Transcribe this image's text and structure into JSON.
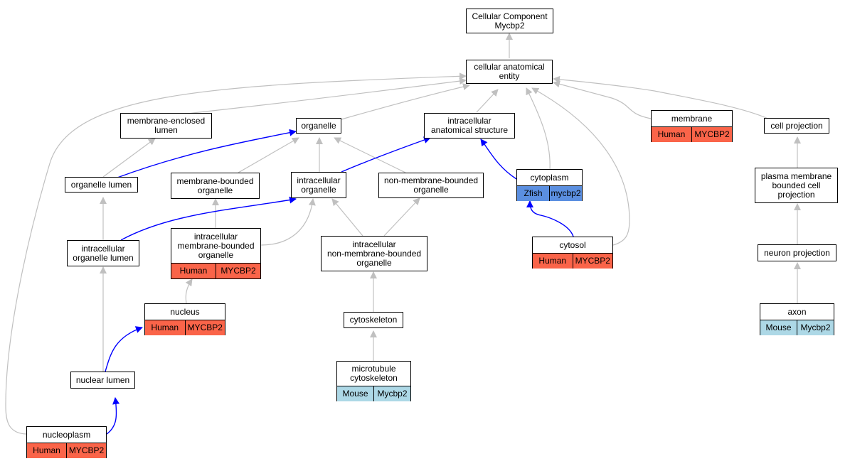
{
  "colors": {
    "edge_gray": "#c0c0c0",
    "edge_blue": "#0000ff",
    "human": "#fa6449",
    "zfish": "#5b8fe0",
    "mouse": "#add8e6"
  },
  "nodes": {
    "root": {
      "label": "Cellular Component\nMycbp2"
    },
    "cae": {
      "label": "cellular anatomical\nentity"
    },
    "mel": {
      "label": "membrane-enclosed\nlumen"
    },
    "organelle": {
      "label": "organelle"
    },
    "ias": {
      "label": "intracellular\nanatomical structure"
    },
    "membrane": {
      "label": "membrane",
      "species": "Human",
      "gene": "MYCBP2"
    },
    "cellproj": {
      "label": "cell projection"
    },
    "orglumen": {
      "label": "organelle lumen"
    },
    "mbo": {
      "label": "membrane-bounded\norganelle"
    },
    "io": {
      "label": "intracellular\norganelle"
    },
    "nmbo": {
      "label": "non-membrane-bounded\norganelle"
    },
    "cytoplasm": {
      "label": "cytoplasm",
      "species": "Zfish",
      "gene": "mycbp2"
    },
    "pmbcp": {
      "label": "plasma membrane\nbounded cell\nprojection"
    },
    "iol": {
      "label": "intracellular\norganelle lumen"
    },
    "imbo": {
      "label": "intracellular\nmembrane-bounded\norganelle",
      "species": "Human",
      "gene": "MYCBP2"
    },
    "inmbo": {
      "label": "intracellular\nnon-membrane-bounded\norganelle"
    },
    "cytosol": {
      "label": "cytosol",
      "species": "Human",
      "gene": "MYCBP2"
    },
    "neuronproj": {
      "label": "neuron projection"
    },
    "nucleus": {
      "label": "nucleus",
      "species": "Human",
      "gene": "MYCBP2"
    },
    "cytoskeleton": {
      "label": "cytoskeleton"
    },
    "axon": {
      "label": "axon",
      "species": "Mouse",
      "gene": "Mycbp2"
    },
    "nuclumen": {
      "label": "nuclear lumen"
    },
    "mtcyto": {
      "label": "microtubule\ncytoskeleton",
      "species": "Mouse",
      "gene": "Mycbp2"
    },
    "nucleoplasm": {
      "label": "nucleoplasm",
      "species": "Human",
      "gene": "MYCBP2"
    }
  }
}
